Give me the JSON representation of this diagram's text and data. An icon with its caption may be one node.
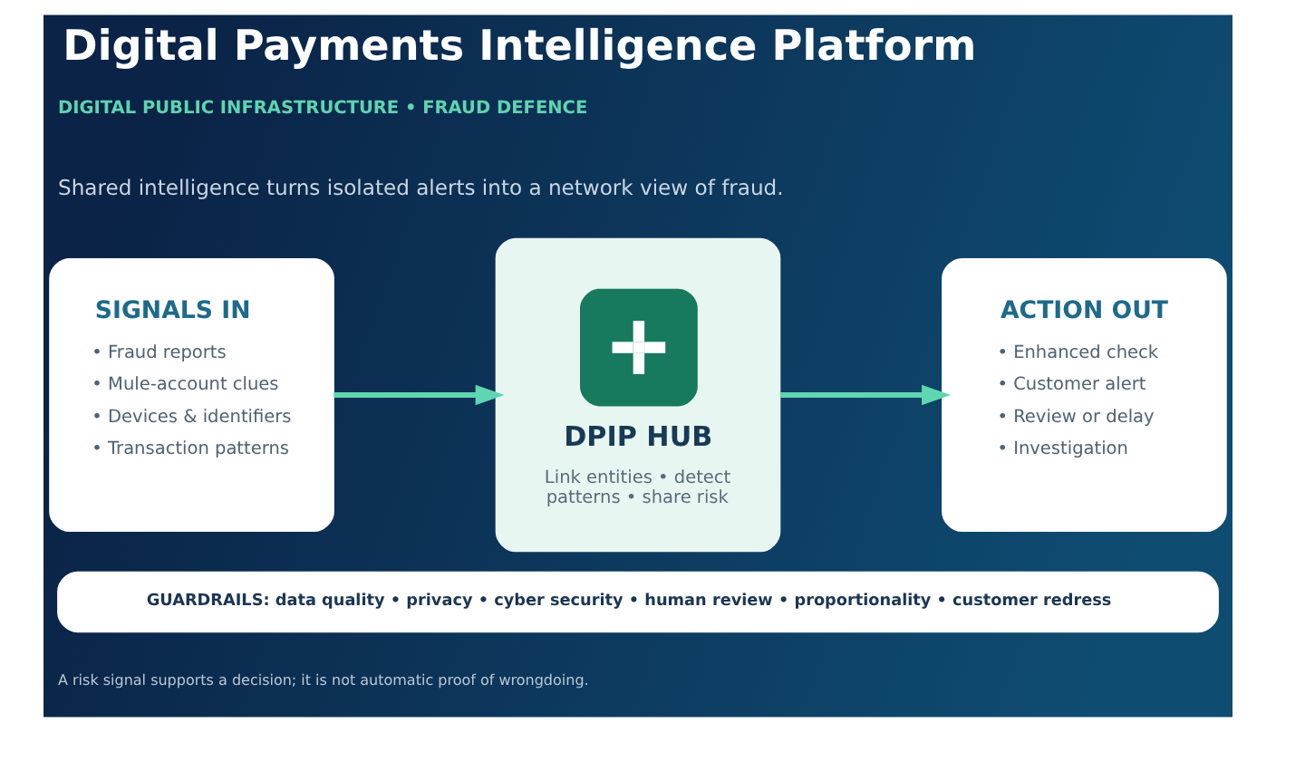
{
  "diagram": {
    "title": "Digital Payments Intelligence Platform",
    "nodes": [
      {
        "text": [
          "SIGNALS IN",
          "• Fraud reports",
          "• Mule-account clues",
          "• Devices & identifiers",
          "• Transaction patterns"
        ]
      },
      {
        "text": [
          "DPIP HUB",
          "Link entities • detect patterns • share risk"
        ]
      },
      {
        "text": [
          "ACTION OUT",
          "• Enhanced check",
          "• Customer alert",
          "• Review or delay",
          "• Investigation"
        ]
      },
      {
        "text": [
          "GUARDRAILS: data quality • privacy • cyber security • human review • proportionality • customer redress"
        ]
      }
    ],
    "edges": [
      {
        "from": 0,
        "to": 1,
        "arrow": "to"
      },
      {
        "from": 1,
        "to": 2,
        "arrow": "to"
      }
    ],
    "labels": [
      "DIGITAL PUBLIC INFRASTRUCTURE • FRAUD DEFENCE",
      "Shared intelligence turns isolated alerts into a network view of fraud.",
      "A risk signal supports a decision; it is not automatic proof of wrongdoing."
    ]
  }
}
